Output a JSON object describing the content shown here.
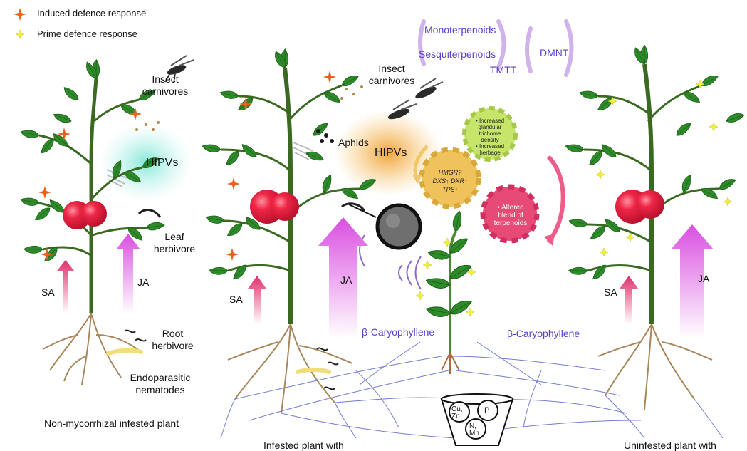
{
  "legend": {
    "induced": "Induced defence response",
    "prime": "Prime defence response"
  },
  "labels": {
    "insect_carnivores_left": [
      "Insect",
      "carnivores"
    ],
    "insect_carnivores_mid": [
      "Insect",
      "carnivores"
    ],
    "hipvs_left": "HIPVs",
    "hipvs_mid": "HIPVs",
    "aphids": "Aphids",
    "leaf_herbivore": [
      "Leaf",
      "herbivore"
    ],
    "root_herbivore": [
      "Root",
      "herbivore"
    ],
    "nematodes": [
      "Endoparasitic",
      "nematodes"
    ],
    "sa": "SA",
    "ja": "JA",
    "monoterpenoids": "Monoterpenoids",
    "sesquiterpenoids": "Sesquiterpenoids",
    "tmtt": "TMTT",
    "dmnt": "DMNT",
    "caryophyllene_left": "β-Caryophyllene",
    "caryophyllene_right": "β-Caryophyllene",
    "gear_green": [
      "• Increased",
      "glandular",
      "trichome",
      "density",
      "• Increased",
      "herbage"
    ],
    "gear_orange": [
      "HMGR?",
      "DXS↑ DXR↑",
      "TPS↑"
    ],
    "gear_pink": [
      "• Altered",
      "blend of",
      "terpenoids"
    ],
    "nutrients": [
      "Cu,",
      "Zn",
      "P",
      "N,",
      "Mn"
    ]
  },
  "captions": {
    "left": "Non-mycorrhizal infested plant",
    "middle": "Infested plant with",
    "right": "Uninfested plant with"
  },
  "colors": {
    "induced_star": "#e8621a",
    "prime_star": "#f2ef3a",
    "leaf": "#2f8a2a",
    "tomato": "#e8213e",
    "purple_text": "#5a3fd0",
    "sa_arrow": "#e0306a",
    "ja_arrow": "#d94fe0",
    "hipv_cloud_left": "#8fe8d8",
    "hipv_cloud_mid": "#f2a93a",
    "root": "#9a7a4a",
    "hyphae": "#3a4bb0"
  },
  "icons": [
    "induced-star-icon",
    "prime-star-icon",
    "wasp-icon",
    "mosquito-icon",
    "aphid-icon",
    "caterpillar-icon",
    "nematode-icon",
    "root-herbivore-icon"
  ]
}
